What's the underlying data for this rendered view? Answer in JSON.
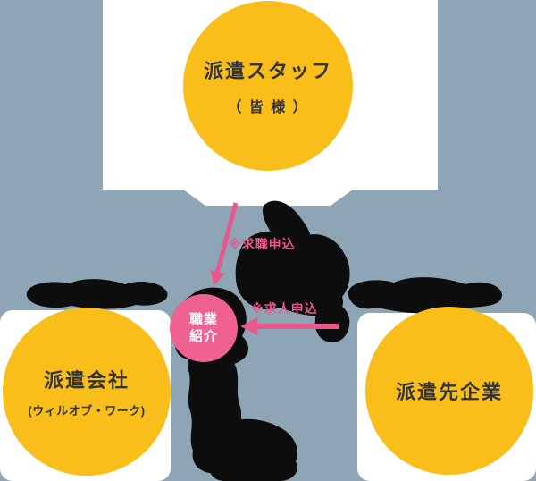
{
  "colors": {
    "background": "#8DA5B5",
    "panel_white": "#FFFFFF",
    "node_yellow": "#F9BE19",
    "placement_pink": "#EE6190",
    "arrow_pink": "#E9588C",
    "text_dark": "#333333",
    "blob_black": "#0D0D0D"
  },
  "nodes": {
    "staff": {
      "title": "派遣スタッフ",
      "subtitle": "（ 皆 様 ）"
    },
    "agency": {
      "title": "派遣会社",
      "subtitle": "(ウィルオブ・ワーク)"
    },
    "client": {
      "title": "派遣先企業"
    },
    "placement": {
      "line1": "職業",
      "line2": "紹介"
    }
  },
  "arrows": {
    "job_seek_label": "※求職申込",
    "job_offer_label": "※求人申込"
  }
}
